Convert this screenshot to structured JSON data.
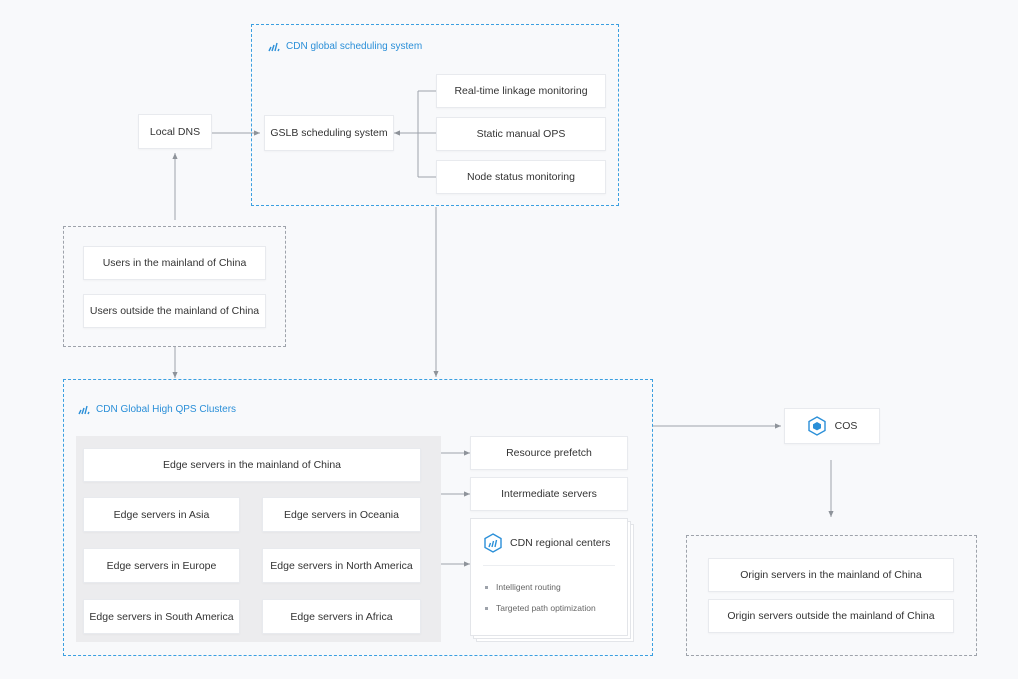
{
  "scheduling": {
    "title": "CDN global scheduling system",
    "local_dns": "Local DNS",
    "gslb": "GSLB scheduling system",
    "monitors": [
      "Real-time linkage monitoring",
      "Static manual OPS",
      "Node status monitoring"
    ]
  },
  "users": [
    "Users in the mainland of China",
    "Users outside the mainland of China"
  ],
  "clusters": {
    "title": "CDN Global High QPS Clusters",
    "mainland": "Edge servers in the mainland of China",
    "regions": [
      "Edge servers in Asia",
      "Edge servers in Oceania",
      "Edge servers in Europe",
      "Edge servers in North America",
      "Edge servers in South America",
      "Edge servers in Africa"
    ],
    "prefetch": "Resource prefetch",
    "intermediate": "Intermediate servers",
    "regional": {
      "title": "CDN regional centers",
      "items": [
        "Intelligent routing",
        "Targeted path optimization"
      ]
    }
  },
  "cos": "COS",
  "origins": [
    "Origin servers in the mainland of China",
    "Origin servers outside the mainland of China"
  ],
  "colors": {
    "accent": "#3b9fe0",
    "line": "#9ea3ab"
  },
  "icons": {
    "brand": "cdn-cloud-icon",
    "cos": "cos-hexagon-icon"
  }
}
